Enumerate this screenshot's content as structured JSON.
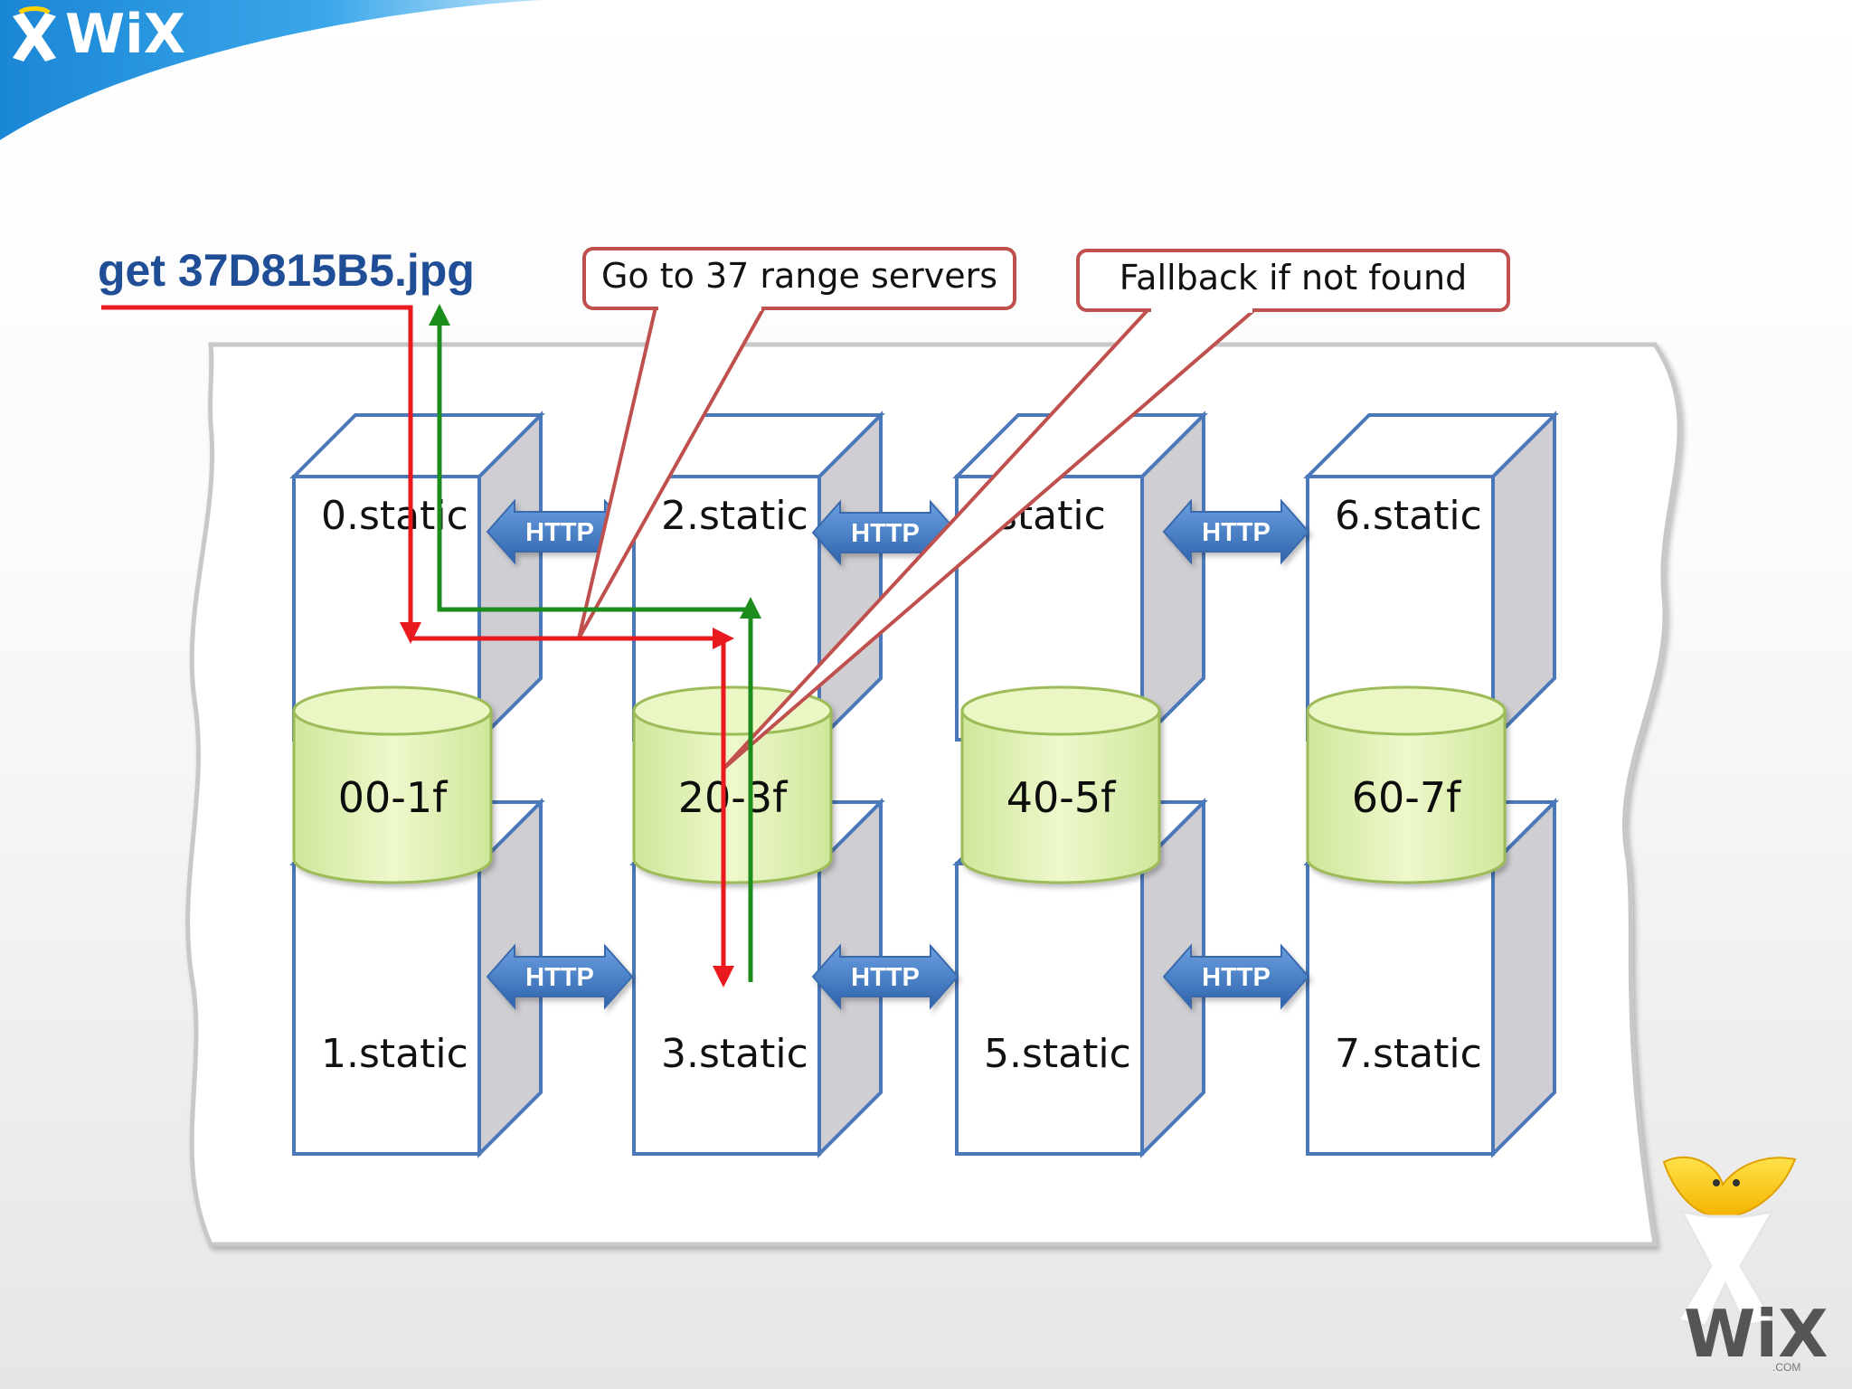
{
  "branding": {
    "logo_text_header": "WiX",
    "logo_text_corner": "WiX",
    "logo_suffix_corner": ".COM"
  },
  "request": {
    "label": "get 37D815B5.jpg"
  },
  "callouts": [
    {
      "text": "Go to 37 range servers"
    },
    {
      "text": "Fallback if not found"
    }
  ],
  "servers": [
    {
      "label": "0.static"
    },
    {
      "label": "1.static"
    },
    {
      "label": "2.static"
    },
    {
      "label": "3.static"
    },
    {
      "label": ".static"
    },
    {
      "label": "5.static"
    },
    {
      "label": "6.static"
    },
    {
      "label": "7.static"
    }
  ],
  "ranges": [
    {
      "label": "00-1f"
    },
    {
      "label": "20-3f"
    },
    {
      "label": "40-5f"
    },
    {
      "label": "60-7f"
    }
  ],
  "http_label": "HTTP",
  "colors": {
    "server_border": "#4a78b8",
    "server_side": "#cfcfd3",
    "db_fill": "#def1a5",
    "db_border": "#9dbb58",
    "http_arrow": "#4a7fc4",
    "request_arrow": "#e8191f",
    "response_arrow": "#1c8c1c",
    "callout_border": "#c0504d",
    "header_blue": "#1f8ed8"
  }
}
